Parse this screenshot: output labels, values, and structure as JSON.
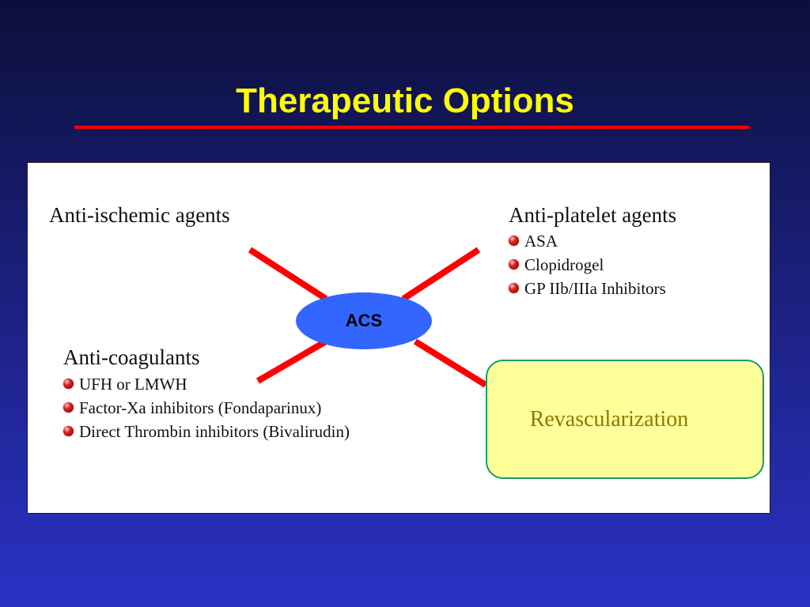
{
  "title": "Therapeutic Options",
  "hub": {
    "label": "ACS"
  },
  "anti_ischemic": {
    "heading": "Anti-ischemic agents"
  },
  "anti_platelet": {
    "heading": "Anti-platelet agents",
    "items": [
      "ASA",
      "Clopidrogel",
      "GP IIb/IIIa Inhibitors"
    ]
  },
  "anti_coagulants": {
    "heading": "Anti-coagulants",
    "items": [
      "UFH or LMWH",
      "Factor-Xa inhibitors (Fondaparinux)",
      "Direct Thrombin inhibitors (Bivalirudin)"
    ]
  },
  "revascularization": {
    "label": "Revascularization"
  },
  "colors": {
    "title": "#ffff00",
    "rule": "#ff0000",
    "spoke": "#ff0000",
    "hub": "#3366ff",
    "revasc_fill": "#ffff99",
    "revasc_border": "#1a9a6a"
  }
}
